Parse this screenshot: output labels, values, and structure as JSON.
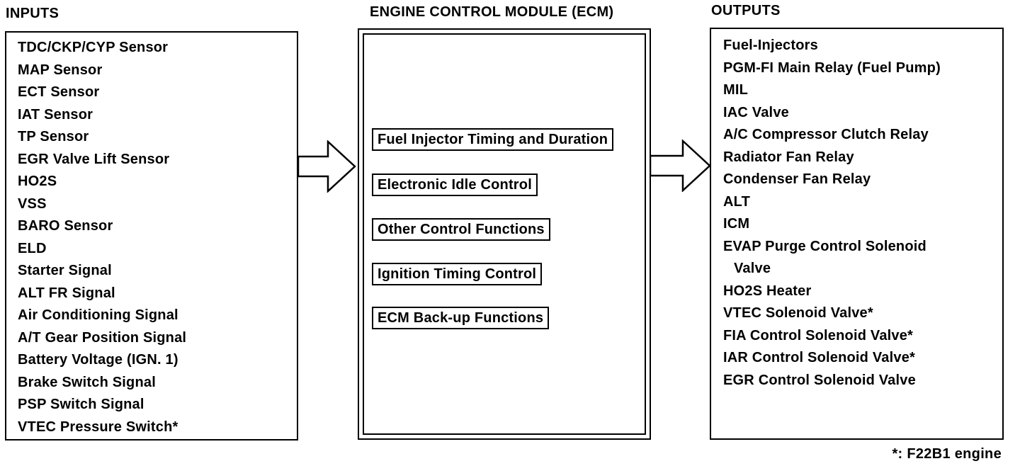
{
  "inputs": {
    "heading": "INPUTS",
    "items": [
      "TDC/CKP/CYP Sensor",
      "MAP Sensor",
      "ECT Sensor",
      "IAT Sensor",
      "TP Sensor",
      "EGR Valve Lift Sensor",
      "HO2S",
      "VSS",
      "BARO Sensor",
      "ELD",
      "Starter Signal",
      "ALT FR Signal",
      "Air Conditioning Signal",
      "A/T Gear Position Signal",
      "Battery Voltage (IGN. 1)",
      "Brake Switch Signal",
      "PSP Switch Signal",
      "VTEC Pressure Switch*"
    ]
  },
  "ecm": {
    "heading": "ENGINE CONTROL MODULE (ECM)",
    "functions": [
      "Fuel Injector Timing and Duration",
      "Electronic Idle Control",
      "Other Control Functions",
      "Ignition Timing Control",
      "ECM Back-up Functions"
    ]
  },
  "outputs": {
    "heading": "OUTPUTS",
    "items": [
      "Fuel-Injectors",
      "PGM-FI Main Relay (Fuel Pump)",
      "MIL",
      "IAC Valve",
      "A/C Compressor Clutch Relay",
      "Radiator Fan Relay",
      "Condenser Fan Relay",
      "ALT",
      "ICM",
      "EVAP Purge Control Solenoid",
      "Valve",
      "HO2S Heater",
      "VTEC Solenoid Valve*",
      "FIA Control Solenoid Valve*",
      "IAR Control Solenoid Valve*",
      "EGR Control Solenoid Valve"
    ]
  },
  "footnote": "*: F22B1 engine",
  "icons": {
    "input_arrow": "right-arrow-icon",
    "output_arrow": "right-arrow-icon"
  }
}
